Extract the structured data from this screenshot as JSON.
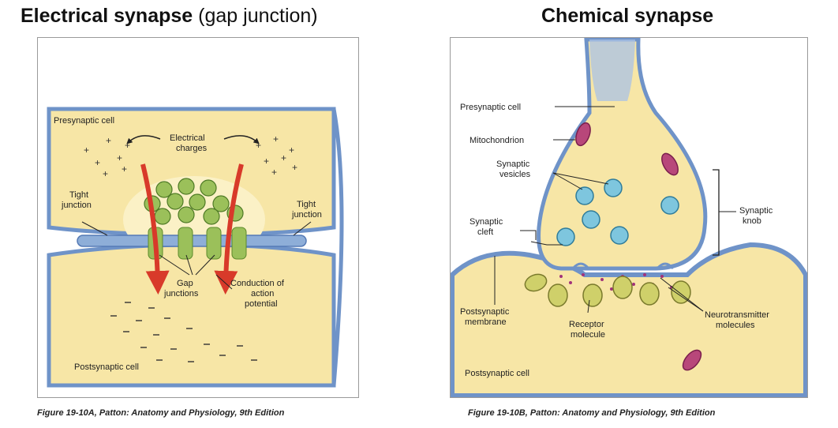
{
  "left_panel": {
    "title_bold": "Electrical synapse",
    "title_paren": "(gap junction)",
    "labels": {
      "presynaptic_cell": "Presynaptic cell",
      "electrical_line1": "Electrical",
      "electrical_line2": "charges",
      "tight_left_line1": "Tight",
      "tight_left_line2": "junction",
      "tight_right_line1": "Tight",
      "tight_right_line2": "junction",
      "gap_line1": "Gap",
      "gap_line2": "junctions",
      "conduction_line1": "Conduction of",
      "conduction_line2": "action",
      "conduction_line3": "potential",
      "postsynaptic_cell": "Postsynaptic cell"
    },
    "caption": "Figure 19-10A, Patton: Anatomy and Physiology, 9th Edition"
  },
  "right_panel": {
    "title": "Chemical synapse",
    "labels": {
      "presynaptic_cell": "Presynaptic cell",
      "mitochondrion": "Mitochondrion",
      "vesicles_line1": "Synaptic",
      "vesicles_line2": "vesicles",
      "cleft_line1": "Synaptic",
      "cleft_line2": "cleft",
      "knob_line1": "Synaptic",
      "knob_line2": "knob",
      "membrane_line1": "Postsynaptic",
      "membrane_line2": "membrane",
      "receptor_line1": "Receptor",
      "receptor_line2": "molecule",
      "neuro_line1": "Neurotransmitter",
      "neuro_line2": "molecules",
      "postsynaptic_cell": "Postsynaptic cell"
    },
    "caption": "Figure 19-10B, Patton: Anatomy and Physiology, 9th Edition"
  },
  "colors": {
    "cytoplasm": "#f7e6a6",
    "membrane": "#6f93c8",
    "arrow": "#d83a2a",
    "channel": "#9bc05a",
    "mitochondrion": "#b8477a",
    "vesicle": "#7ec6de",
    "receptor": "#cfd06a"
  }
}
